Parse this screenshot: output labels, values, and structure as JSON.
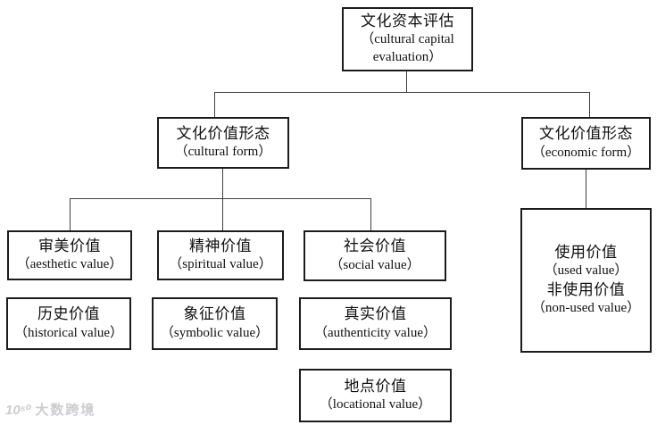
{
  "nodes": {
    "root": {
      "zh": "文化资本评估",
      "en": "（cultural capital evaluation）"
    },
    "cultural_form": {
      "zh": "文化价值形态",
      "en": "（cultural form）"
    },
    "economic_form": {
      "zh": "文化价值形态",
      "en": "（economic form）"
    },
    "aesthetic": {
      "zh": "审美价值",
      "en": "（aesthetic value）"
    },
    "spiritual": {
      "zh": "精神价值",
      "en": "（spiritual value）"
    },
    "social": {
      "zh": "社会价值",
      "en": "（social value）"
    },
    "historical": {
      "zh": "历史价值",
      "en": "（historical value）"
    },
    "symbolic": {
      "zh": "象征价值",
      "en": "（symbolic value）"
    },
    "authenticity": {
      "zh": "真实价值",
      "en": "（authenticity value）"
    },
    "locational": {
      "zh": "地点价值",
      "en": "（locational value）"
    },
    "use_value": {
      "zh1": "使用价值",
      "en1": "（used value）",
      "zh2": "非使用价值",
      "en2": "（non-used value）"
    }
  },
  "colors": {
    "box_border": "#1c1c1c",
    "connector": "#3f3f3f",
    "watermark": "#cccccf"
  },
  "watermark": {
    "logo": "10⁵⁰",
    "text": "大数跨境"
  }
}
